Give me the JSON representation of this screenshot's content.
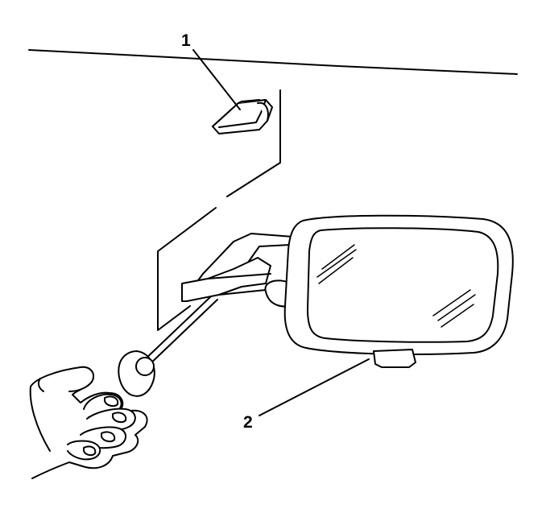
{
  "callouts": [
    {
      "label": "1",
      "target": "mirror-mount-bracket"
    },
    {
      "label": "2",
      "target": "mirror-retaining-screw"
    }
  ],
  "colors": {
    "line": "#000000",
    "fill": "#ffffff",
    "background": "#ffffff"
  },
  "icons": [
    "hand-icon",
    "screwdriver-icon",
    "rearview-mirror-icon"
  ]
}
